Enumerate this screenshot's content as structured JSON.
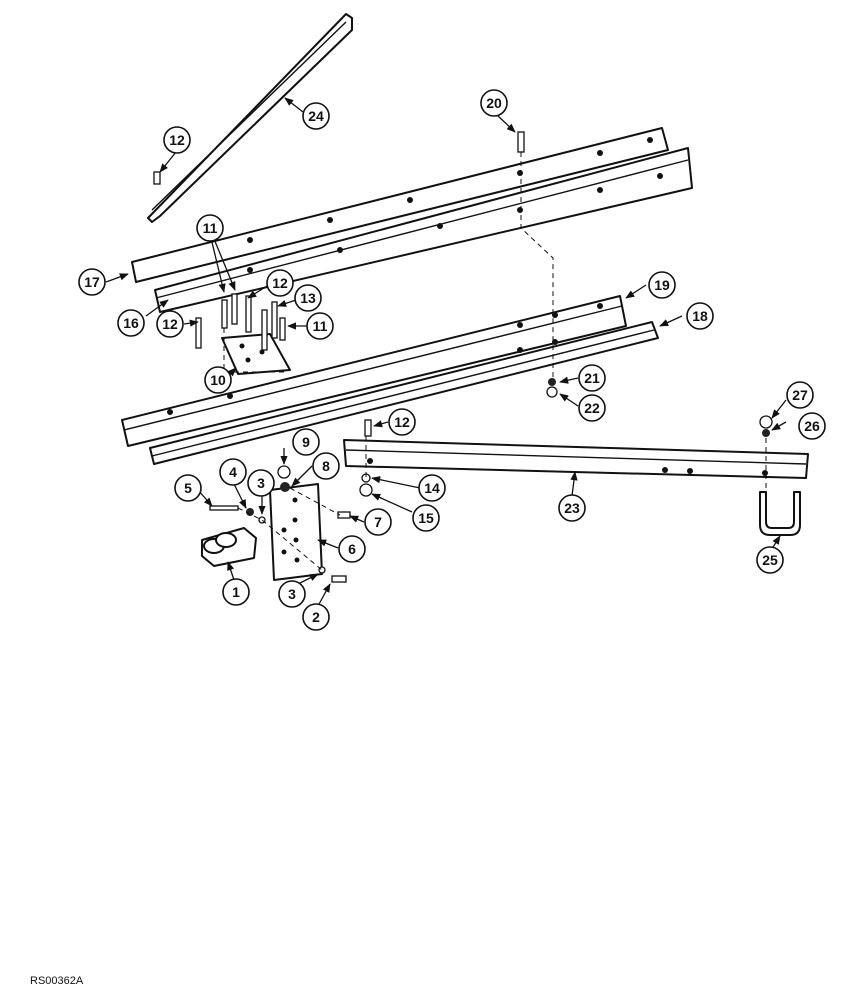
{
  "figure_code": "RS00362A",
  "callouts": [
    "1",
    "2",
    "3",
    "3",
    "4",
    "5",
    "6",
    "7",
    "8",
    "9",
    "10",
    "11",
    "11",
    "12",
    "12",
    "12",
    "12",
    "13",
    "14",
    "15",
    "16",
    "17",
    "18",
    "19",
    "20",
    "21",
    "22",
    "23",
    "24",
    "25",
    "26",
    "27"
  ]
}
